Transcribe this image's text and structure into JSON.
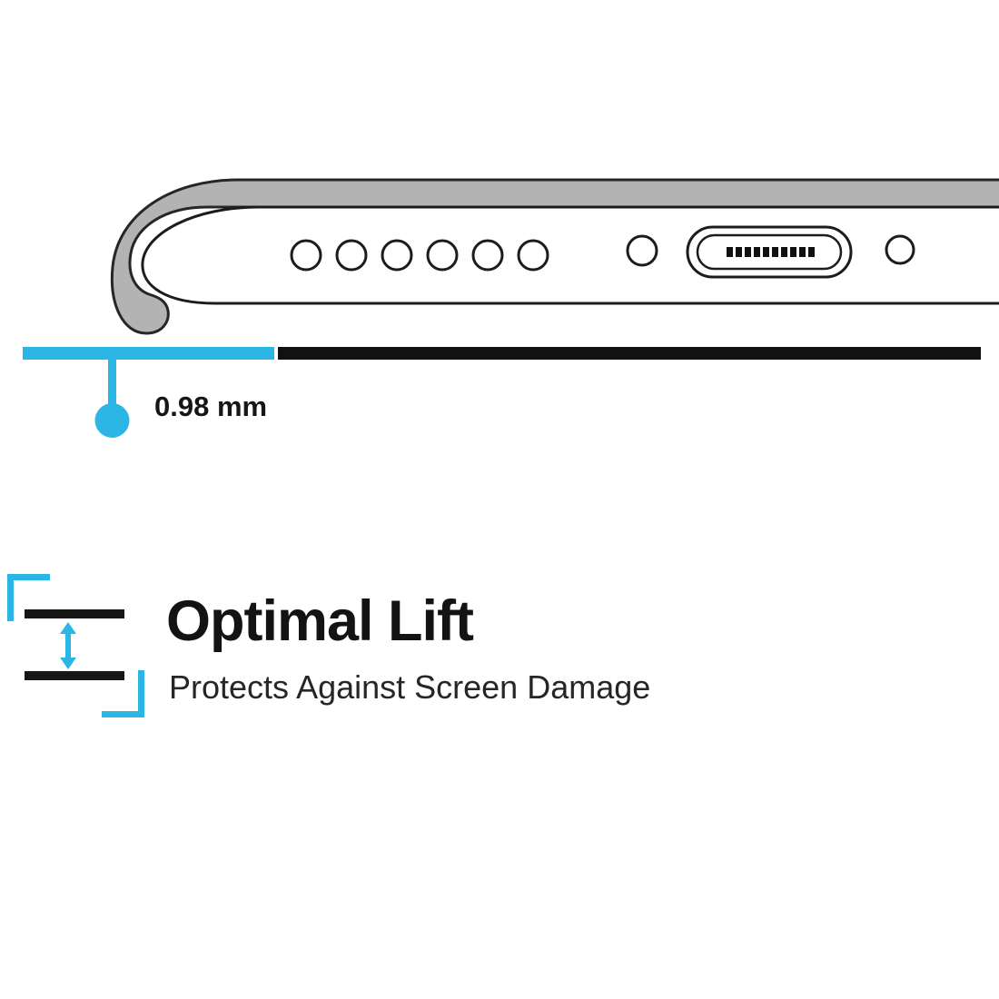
{
  "colors": {
    "accent": "#2bb6e6",
    "ink": "#161616",
    "case_gray": "#b3b3b3"
  },
  "measurement": {
    "label": "0.98 mm"
  },
  "feature": {
    "title": "Optimal Lift",
    "subtitle": "Protects Against Screen Damage"
  },
  "diagram": {
    "speaker_hole_count": 6,
    "port_pin_count": 10,
    "icons": [
      "phone-bottom-illustration",
      "charging-port-icon",
      "lift-gap-icon",
      "up-down-arrow-icon"
    ]
  }
}
